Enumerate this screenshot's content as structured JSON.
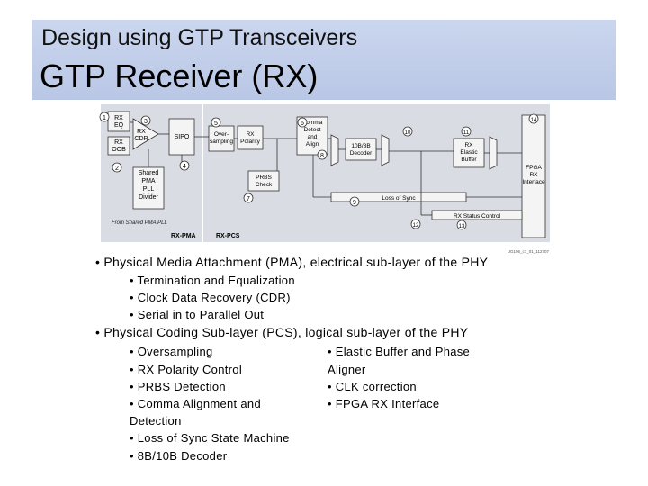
{
  "header": {
    "subtitle": "Design using GTP Transceivers",
    "title": "GTP Receiver (RX)"
  },
  "diagram": {
    "pma_blocks": {
      "rx_eq": "RX\nEQ",
      "rx_oob": "RX\nOOB",
      "rx_cdr": "RX\nCDR",
      "sipo": "SIPO",
      "pll": "Shared\nPMA\nPLL\nDivider",
      "pll_source": "From Shared PMA PLL",
      "region": "RX-PMA"
    },
    "pcs_blocks": {
      "oversampling": "Over-\nsampling",
      "polarity": "RX\nPolarity",
      "comma": "Comma\nDetect\nand\nAlign",
      "decoder": "10B/8B\nDecoder",
      "elastic": "RX\nElastic\nBuffer",
      "fpga": "FPGA\nRX\nInterface",
      "prbs": "PRBS\nCheck",
      "loss_of_sync": "Loss of Sync",
      "status_control": "RX Status Control",
      "region": "RX-PCS"
    },
    "markers": [
      "1",
      "2",
      "3",
      "4",
      "5",
      "6",
      "7",
      "8",
      "9",
      "10",
      "11",
      "12",
      "13",
      "14"
    ],
    "figure_id": "UG196_c7_01_112707"
  },
  "bullets": {
    "pma": {
      "heading": "• Physical Media Attachment (PMA), electrical sub-layer of the PHY",
      "items": [
        "• Termination and Equalization",
        "• Clock Data Recovery (CDR)",
        "• Serial in to Parallel Out"
      ]
    },
    "pcs": {
      "heading": "• Physical Coding Sub-layer (PCS), logical sub-layer of the PHY",
      "left_items": [
        "• Oversampling",
        "• RX Polarity Control",
        "• PRBS Detection",
        "• Comma Alignment and",
        "Detection",
        "• Loss of Sync State Machine",
        "• 8B/10B Decoder"
      ],
      "right_items": [
        "• Elastic Buffer and Phase",
        "Aligner",
        "• CLK correction",
        "• FPGA RX Interface"
      ]
    }
  }
}
